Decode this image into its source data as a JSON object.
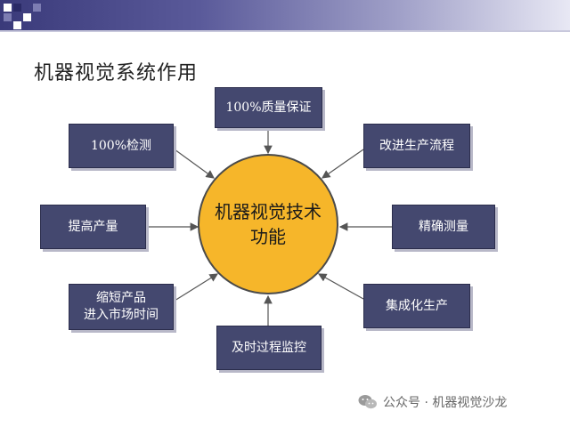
{
  "page_title": "机器视觉系统作用",
  "center": {
    "line1": "机器视觉技术",
    "line2": "功能"
  },
  "nodes": [
    {
      "id": "quality",
      "label": "100%质量保证"
    },
    {
      "id": "inspect",
      "label": "100%检测"
    },
    {
      "id": "process",
      "label": "改进生产流程"
    },
    {
      "id": "output",
      "label": "提高产量"
    },
    {
      "id": "measure",
      "label": "精确测量"
    },
    {
      "id": "shorten",
      "label": "缩短产品\n进入市场时间"
    },
    {
      "id": "integrate",
      "label": "集成化生产"
    },
    {
      "id": "monitor",
      "label": "及时过程监控"
    }
  ],
  "watermark": {
    "text": "公众号 · 机器视觉沙龙"
  },
  "colors": {
    "box_fill": "#44486f",
    "circle_fill": "#f6b62a",
    "header": "#3a3a7a"
  }
}
